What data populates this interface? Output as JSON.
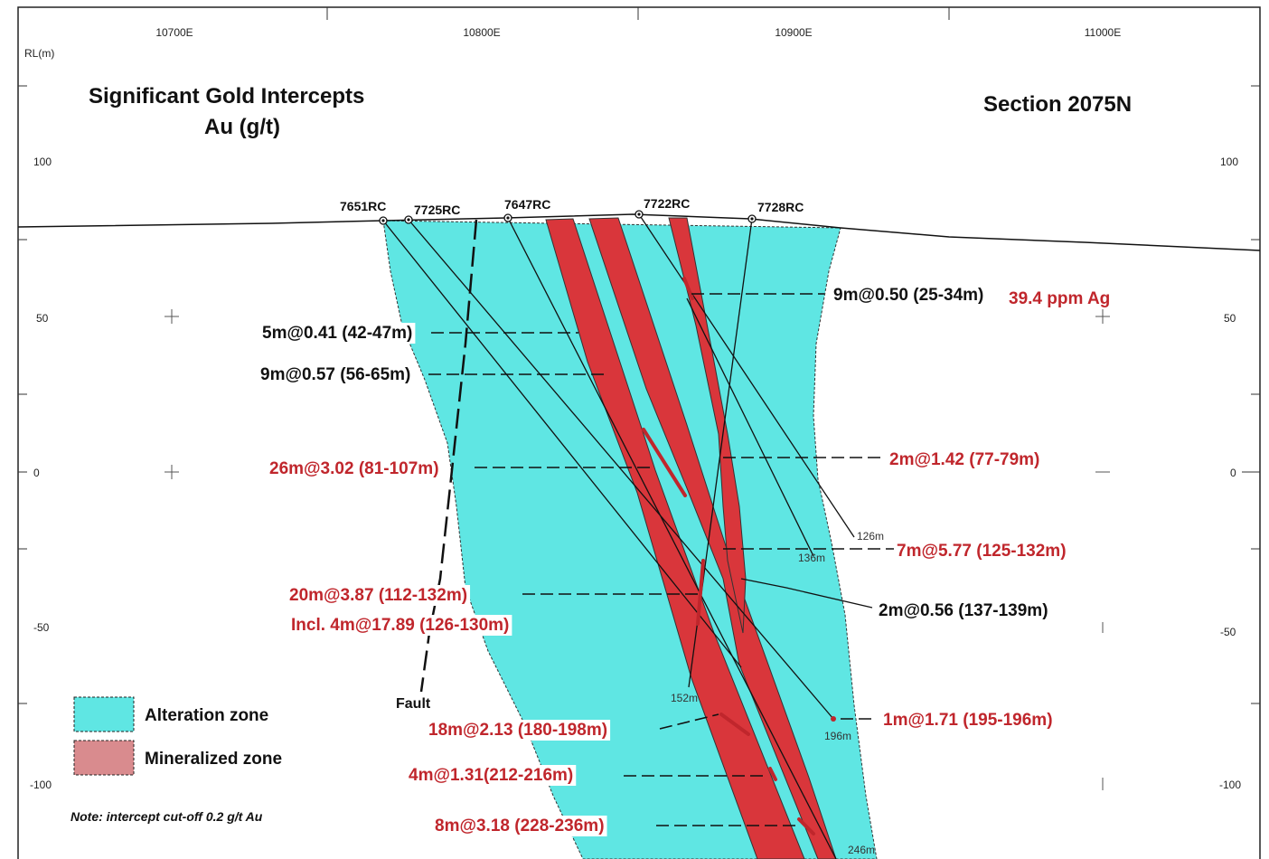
{
  "colors": {
    "alteration": "#5fe6e3",
    "mineralized": "#d9363b",
    "highlight_text": "#c0262c",
    "black_text": "#111111"
  },
  "header": {
    "rl_label": "RL(m)",
    "title_line1": "Significant Gold Intercepts",
    "title_line2": "Au (g/t)",
    "section": "Section 2075N"
  },
  "axes": {
    "easting": [
      "10700E",
      "10800E",
      "10900E",
      "11000E"
    ],
    "rl_left": [
      "100",
      "50",
      "0",
      "-50",
      "-100"
    ],
    "rl_right": [
      "100",
      "50",
      "0",
      "-50",
      "-100"
    ]
  },
  "holes": [
    "7651RC",
    "7725RC",
    "7647RC",
    "7722RC",
    "7728RC"
  ],
  "depths": [
    "126m",
    "136m",
    "152m",
    "196m",
    "246m"
  ],
  "intercepts": [
    {
      "text": "9m@0.50 (25-34m)",
      "color": "black"
    },
    {
      "text": "39.4 ppm Ag",
      "color": "red"
    },
    {
      "text": "5m@0.41 (42-47m)",
      "color": "black"
    },
    {
      "text": "9m@0.57 (56-65m)",
      "color": "black"
    },
    {
      "text": "2m@1.42 (77-79m)",
      "color": "red"
    },
    {
      "text": "26m@3.02 (81-107m)",
      "color": "red"
    },
    {
      "text": "7m@5.77 (125-132m)",
      "color": "red"
    },
    {
      "text": "20m@3.87 (112-132m)",
      "color": "red"
    },
    {
      "text": "Incl. 4m@17.89 (126-130m)",
      "color": "red"
    },
    {
      "text": "2m@0.56 (137-139m)",
      "color": "black"
    },
    {
      "text": "1m@1.71 (195-196m)",
      "color": "red"
    },
    {
      "text": "18m@2.13 (180-198m)",
      "color": "red"
    },
    {
      "text": "4m@1.31(212-216m)",
      "color": "red"
    },
    {
      "text": "8m@3.18 (228-236m)",
      "color": "red"
    }
  ],
  "fault_label": "Fault",
  "legend": {
    "alteration": "Alteration zone",
    "mineralized": "Mineralized zone"
  },
  "note": "Note: intercept cut-off 0.2 g/t Au"
}
